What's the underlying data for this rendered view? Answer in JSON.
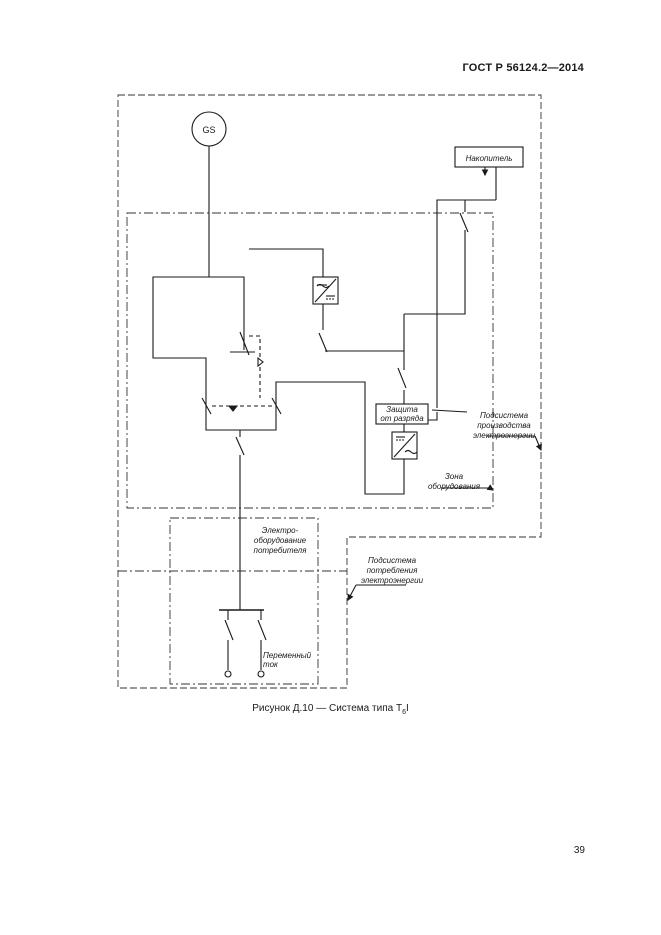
{
  "header": {
    "standard": "ГОСТ Р 56124.2—2014"
  },
  "diagram": {
    "generator_label": "GS",
    "storage_label": "Накопитель",
    "discharge_protection": [
      "Защита",
      "от разряда"
    ],
    "production_subsystem": [
      "Подсистема",
      "производства",
      "электроэнергии"
    ],
    "equipment_zone": [
      "Зона",
      "оборудования"
    ],
    "consumer_equipment": [
      "Электро-",
      "оборудование",
      "потребителя"
    ],
    "consumption_subsystem": [
      "Подсистема",
      "потребления",
      "электроэнергии"
    ],
    "ac_label": [
      "Переменный",
      "ток"
    ]
  },
  "caption": {
    "prefix": "Рисунок Д.10 — Система типа Т",
    "sub": "6",
    "suffix": "I"
  },
  "page_number": "39"
}
